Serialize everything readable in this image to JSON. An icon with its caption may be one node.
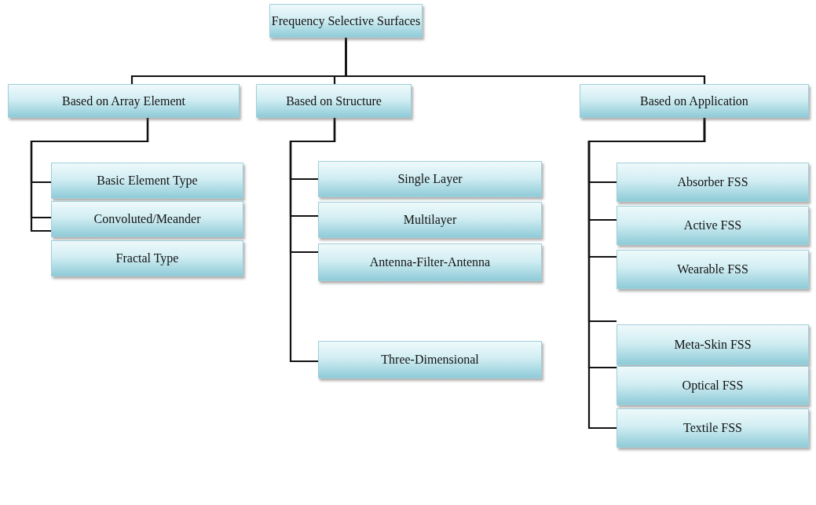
{
  "diagram": {
    "nodes": [
      {
        "text": [
          "Frequency Selective Surfaces"
        ]
      },
      {
        "text": [
          "Based on Array Element"
        ]
      },
      {
        "text": [
          "Based on Structure"
        ]
      },
      {
        "text": [
          "Based on Application"
        ]
      },
      {
        "text": [
          "Basic Element Type"
        ]
      },
      {
        "text": [
          "Convoluted/Meander"
        ]
      },
      {
        "text": [
          "Fractal Type"
        ]
      },
      {
        "text": [
          "Single Layer"
        ]
      },
      {
        "text": [
          "Multilayer"
        ]
      },
      {
        "text": [
          "Antenna-Filter-Antenna"
        ]
      },
      {
        "text": [
          "Three-Dimensional"
        ]
      },
      {
        "text": [
          "Absorber FSS"
        ]
      },
      {
        "text": [
          "Active FSS"
        ]
      },
      {
        "text": [
          "Wearable FSS"
        ]
      },
      {
        "text": [
          "Meta-Skin FSS"
        ]
      },
      {
        "text": [
          "Optical FSS"
        ]
      },
      {
        "text": [
          "Textile FSS"
        ]
      }
    ],
    "edges": [
      {
        "from": 0,
        "to": 1,
        "arrow": "none"
      },
      {
        "from": 0,
        "to": 2,
        "arrow": "none"
      },
      {
        "from": 0,
        "to": 3,
        "arrow": "none"
      },
      {
        "from": 1,
        "to": 4,
        "arrow": "none"
      },
      {
        "from": 1,
        "to": 5,
        "arrow": "none"
      },
      {
        "from": 1,
        "to": 6,
        "arrow": "none"
      },
      {
        "from": 2,
        "to": 7,
        "arrow": "none"
      },
      {
        "from": 2,
        "to": 8,
        "arrow": "none"
      },
      {
        "from": 2,
        "to": 9,
        "arrow": "none"
      },
      {
        "from": 2,
        "to": 10,
        "arrow": "none"
      },
      {
        "from": 3,
        "to": 11,
        "arrow": "none"
      },
      {
        "from": 3,
        "to": 12,
        "arrow": "none"
      },
      {
        "from": 3,
        "to": 13,
        "arrow": "none"
      },
      {
        "from": 3,
        "to": 14,
        "arrow": "none"
      },
      {
        "from": 3,
        "to": 15,
        "arrow": "none"
      },
      {
        "from": 3,
        "to": 16,
        "arrow": "none"
      }
    ]
  }
}
